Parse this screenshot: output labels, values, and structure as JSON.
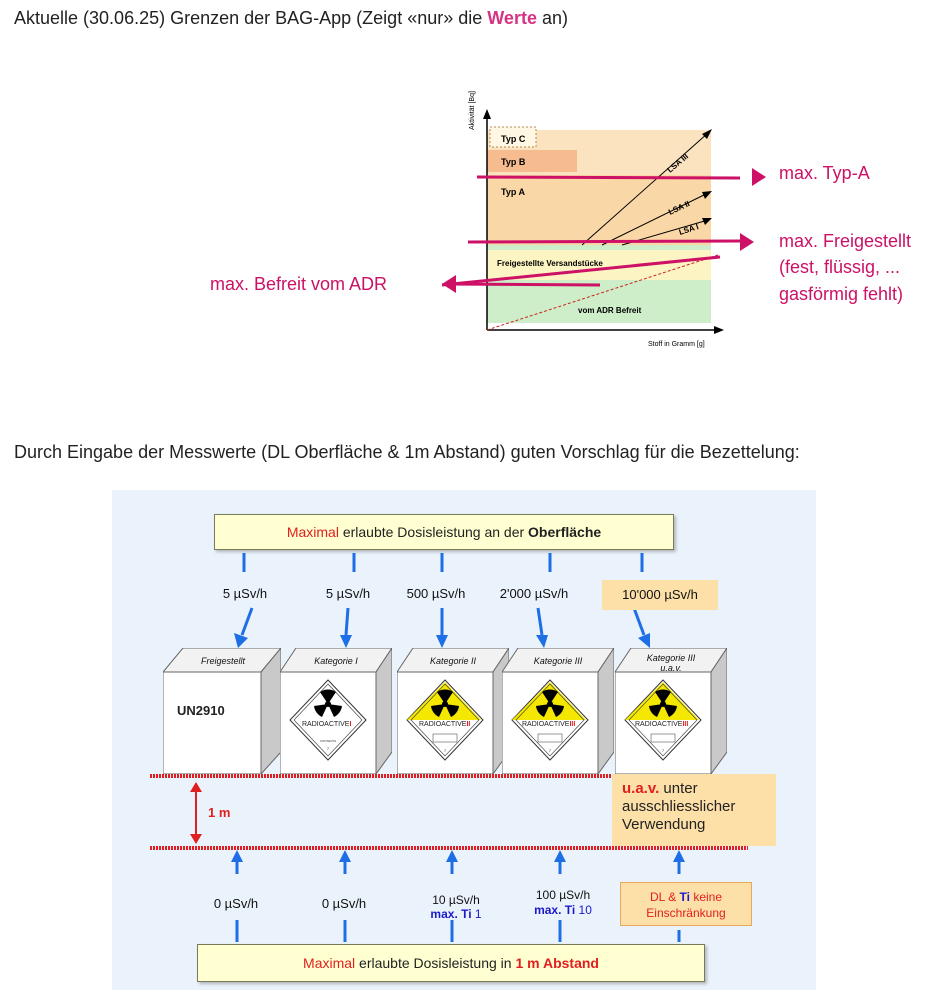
{
  "top_heading": {
    "prefix": "Aktuelle (30.06.25) Grenzen der BAG-App (Zeigt «nur» die ",
    "highlight": "Werte",
    "suffix": " an)"
  },
  "limits_chart": {
    "y_axis_label": "Aktivität [Bq]",
    "x_axis_label": "Stoff in Gramm [g]",
    "zones": {
      "typ_c": "Typ C",
      "typ_b": "Typ B",
      "typ_a": "Typ A",
      "freigestellt": "Freigestellte Versandstücke",
      "befreit": "vom ADR Befreit"
    },
    "lsa": [
      "LSA III",
      "LSA II",
      "LSA I"
    ],
    "annotations": {
      "max_typ_a": "max. Typ-A",
      "max_freigestellt_1": "max. Freigestellt",
      "max_freigestellt_2": "(fest, flüssig, ...",
      "max_freigestellt_3": "gasförmig fehlt)",
      "max_befreit": "max. Befreit vom ADR"
    },
    "colors": {
      "annotation": "#cc1166",
      "typ_b": "#f6bb8f",
      "typ_a": "#fad7a6",
      "freigestellt": "#fcf4c3",
      "befreit": "#cdeec8"
    }
  },
  "second_heading": "Durch Eingabe der Messwerte (DL Oberfläche & 1m Abstand) guten Vorschlag für die Bezettelung:",
  "diagram": {
    "surface_title": {
      "part1": "Maximal",
      "part2": " erlaubte Dosisleistung an der ",
      "part3": "Oberfläche"
    },
    "surface_doses": [
      "5 µSv/h",
      "5 µSv/h",
      "500 µSv/h",
      "2'000 µSv/h",
      "10'000 µSv/h"
    ],
    "packages": [
      {
        "category": "Freigestellt",
        "text": "UN2910"
      },
      {
        "category": "Kategorie I",
        "label": "RADIOACTIVE",
        "roman": "I"
      },
      {
        "category": "Kategorie II",
        "label": "RADIOACTIVE",
        "roman": "II"
      },
      {
        "category": "Kategorie III",
        "label": "RADIOACTIVE",
        "roman": "III"
      },
      {
        "category": "Kategorie III",
        "category2": "u.a.v.",
        "label": "RADIOACTIVE",
        "roman": "III"
      }
    ],
    "distance_label": "1 m",
    "uav_note": {
      "abbr": "u.a.v.",
      "line1": " unter",
      "line2": "ausschliesslicher",
      "line3": "Verwendung"
    },
    "distance_doses": [
      {
        "value": "0 µSv/h"
      },
      {
        "value": "0 µSv/h"
      },
      {
        "value": "10 µSv/h",
        "ti_prefix": "max. ",
        "ti": "Ti",
        "ti_value": " 1"
      },
      {
        "value": "100 µSv/h",
        "ti_prefix": "max. ",
        "ti": "Ti",
        "ti_value": " 10"
      }
    ],
    "no_limit": {
      "part1": "DL",
      "part2": " & ",
      "part3": "Ti",
      "part4": " keine",
      "line2": "Einschränkung"
    },
    "distance_title": {
      "part1": "Maximal",
      "part2": " erlaubte Dosisleistung in ",
      "part3": "1 m Abstand"
    },
    "colors": {
      "panel": "#eaf3fb",
      "arrow": "#1e6fe6",
      "red": "#e02020",
      "label_yellow": "#f5e800"
    }
  }
}
